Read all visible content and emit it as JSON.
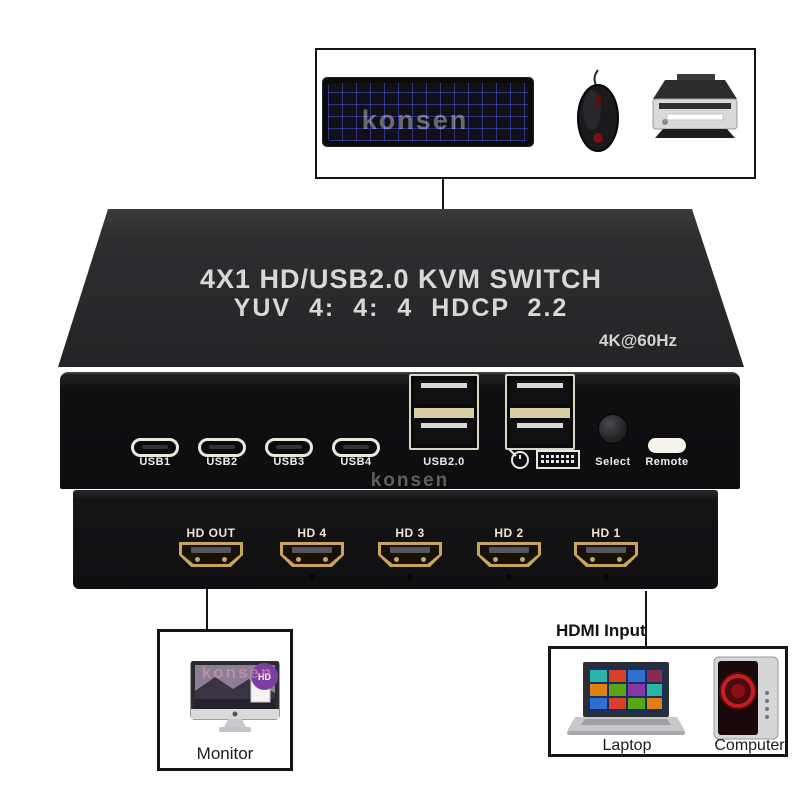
{
  "watermark": "konsen",
  "peripherals_box": {
    "items": [
      "keyboard-image",
      "mouse-image",
      "printer-image"
    ]
  },
  "device": {
    "top_label_line1": "4X1 HD/USB2.0 KVM SWITCH",
    "top_label_line2": "YUV 4: 4: 4 HDCP 2.2",
    "resolution_badge": "4K@60Hz",
    "front_panel": {
      "usb_c_labels": [
        "USB1",
        "USB2",
        "USB3",
        "USB4"
      ],
      "usb_hub_label": "USB2.0",
      "icons": [
        "mouse-icon",
        "keyboard-icon"
      ],
      "select_label": "Select",
      "remote_label": "Remote"
    },
    "hdmi_panel": {
      "port_labels": [
        "HD OUT",
        "HD 4",
        "HD 3",
        "HD 2",
        "HD 1"
      ]
    }
  },
  "monitor_box": {
    "label": "Monitor",
    "screen_badge": "HD"
  },
  "hdmi_input_box": {
    "title": "HDMI Input",
    "device_labels": [
      "Laptop",
      "Computer"
    ]
  },
  "colors": {
    "device_body": "#141417",
    "hdmi_gold": "#c9a55c",
    "port_cream": "#ece7da",
    "usb_divider_tan": "#d9cfa4",
    "connector_line": "#151515",
    "monitor_badge_purple": "#7b3fa0",
    "keyboard_backlight_blue": "#4c5ceb",
    "computer_fan_red": "#c41e20"
  }
}
